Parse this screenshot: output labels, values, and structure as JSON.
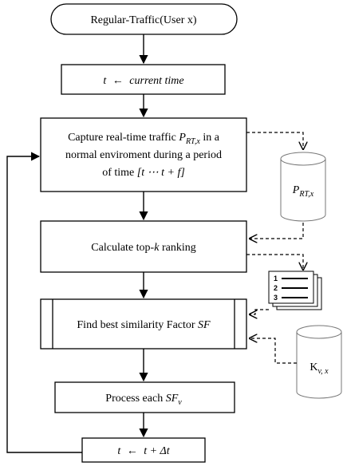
{
  "flow": {
    "start": "Regular-Traffic(User x)",
    "init": {
      "var": "t",
      "arrow": "←",
      "value": "current time"
    },
    "capture": {
      "line1_prefix": "Capture real-time traffic ",
      "line1_var": "P",
      "line1_sub": "RT,x",
      "line1_suffix": " in a",
      "line2": "normal enviroment during a period",
      "line3_prefix": "of time ",
      "line3_math": "[t  ⋯ t + f]"
    },
    "rank": {
      "prefix": "Calculate top-",
      "k": "k",
      "suffix": " ranking"
    },
    "similarity": {
      "prefix": "Find best similarity Factor ",
      "var": "SF"
    },
    "process": {
      "prefix": "Process each ",
      "var": "SF",
      "sub": "v"
    },
    "update": {
      "var": "t",
      "arrow": "←",
      "expr": "t + Δt"
    }
  },
  "stores": {
    "traffic_db": {
      "var": "P",
      "sub": "RT,x"
    },
    "k_db": {
      "var": "K",
      "sub": "v, x"
    },
    "ranking_doc": {
      "numbers": [
        "1",
        "2",
        "3"
      ]
    }
  }
}
